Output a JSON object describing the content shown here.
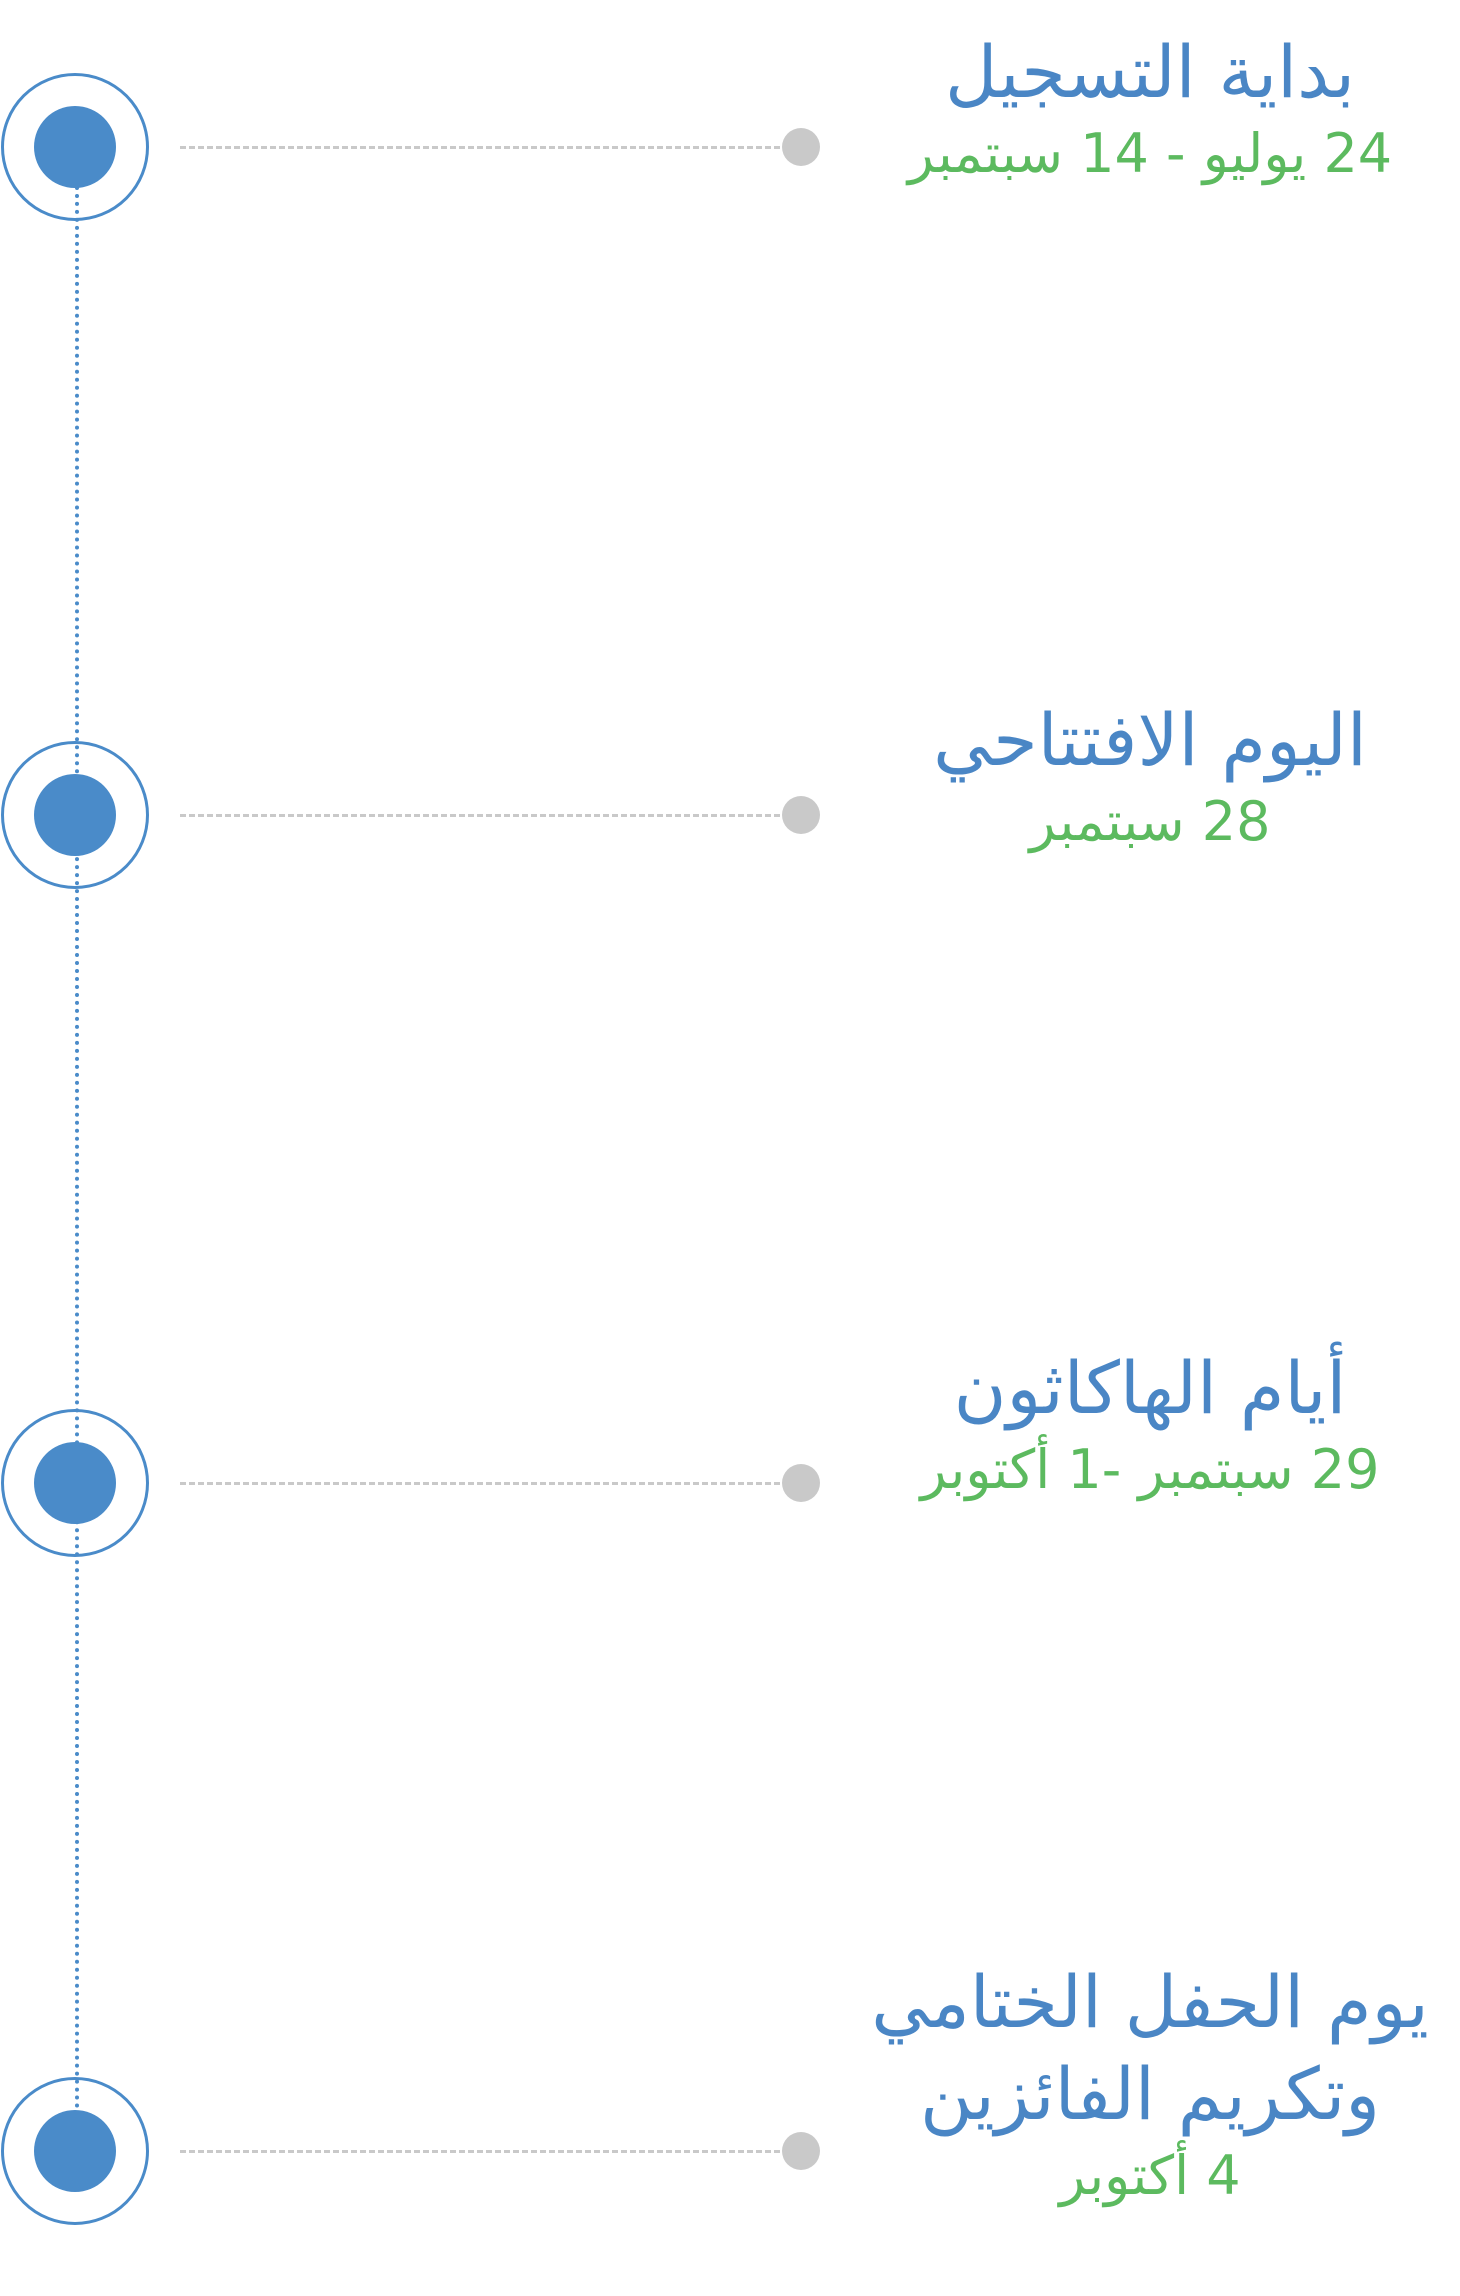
{
  "colors": {
    "node_blue": "#4a8bc9",
    "title_blue": "#4a86c5",
    "date_green": "#5cba5f",
    "connector_gray": "#c9c9c9"
  },
  "events": [
    {
      "title": "بداية التسجيل",
      "date": "24 يوليو - 14 سبتمبر"
    },
    {
      "title": "اليوم الافتتاحي",
      "date": "28 سبتمبر"
    },
    {
      "title": "أيام الهاكاثون",
      "date": "29 سبتمبر -1 أكتوبر"
    },
    {
      "title_line1": "يوم الحفل الختامي",
      "title_line2": "وتكريم الفائزين",
      "date": "4 أكتوبر"
    }
  ]
}
